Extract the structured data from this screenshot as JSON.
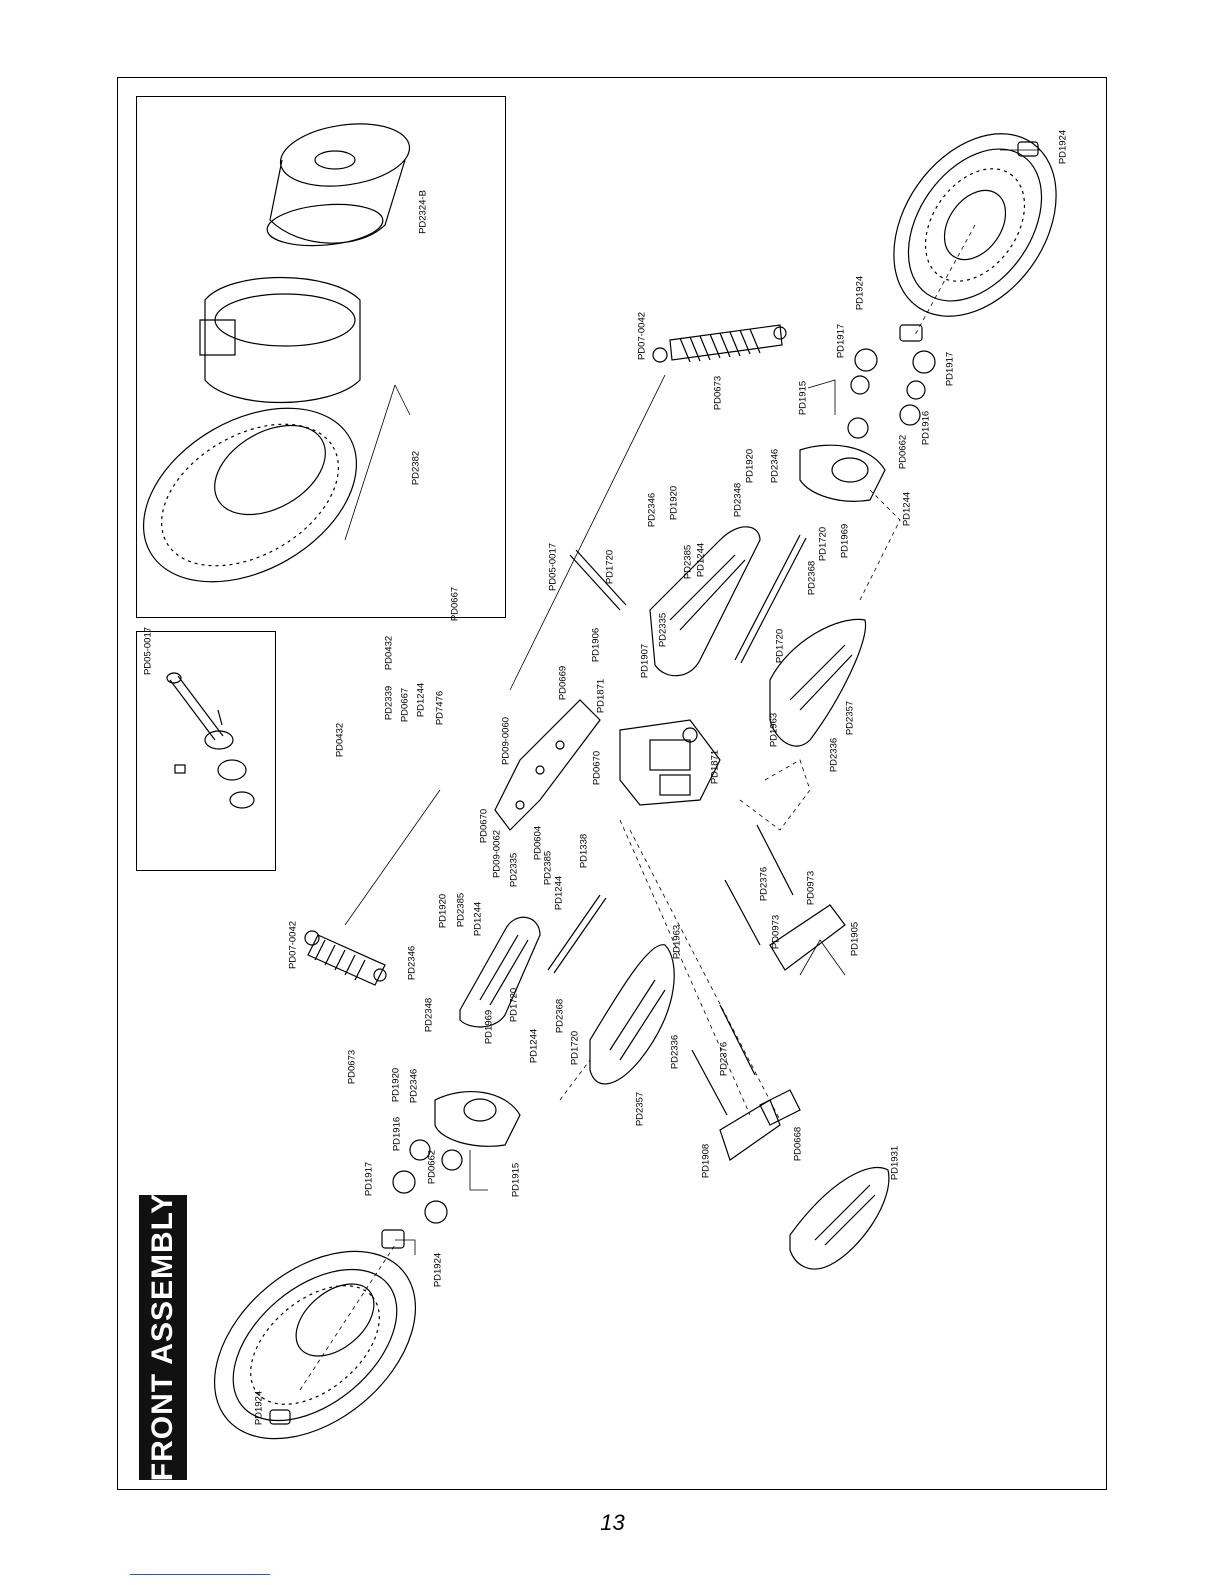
{
  "section_title": "FRONT ASSEMBLY",
  "page_number": "13",
  "labels": {
    "pd05_0017_inset": "PD05-0017",
    "pd2324b": "PD2324-B",
    "pd2382": "PD2382",
    "pd1924_top": "PD1924",
    "pd1924_right": "PD1924",
    "pd1917_a": "PD1917",
    "pd1917_b": "PD1917",
    "pd1915_top": "PD1915",
    "pd1916_top": "PD1916",
    "pd0662_top": "PD0662",
    "pd1244_top": "PD1244",
    "pd0673_top": "PD0673",
    "pd07_0042_top": "PD07-0042",
    "pd1920_top": "PD1920",
    "pd2346_top_a": "PD2346",
    "pd2348_top": "PD2348",
    "pd2346_top_b": "PD2346",
    "pd1920_top_b": "PD1920",
    "pd2385_top": "PD2385",
    "pd1244_mid": "PD1244",
    "pd1720_top": "PD1720",
    "pd1969_top": "PD1969",
    "pd2368_top": "PD2368",
    "pd05_0017_main": "PD05-0017",
    "pd1720_b": "PD1720",
    "pd1906": "PD1906",
    "pd2335_top": "PD2335",
    "pd1907": "PD1907",
    "pd1871_a": "PD1871",
    "pd0669": "PD0669",
    "pd0667_top": "PD0667",
    "pd0432_a": "PD0432",
    "pd2339": "PD2339",
    "pd0667_b": "PD0667",
    "pd1244_c": "PD1244",
    "pd7476": "PD7476",
    "pd0432_b": "PD0432",
    "pd09_0060": "PD09-0060",
    "pd0670_a": "PD0670",
    "pd0670_b": "PD0670",
    "pd09_0062": "PD09-0062",
    "pd2335_b": "PD2335",
    "pd0604": "PD0604",
    "pd2385_b": "PD2385",
    "pd1244_d": "PD1244",
    "pd1338": "PD1338",
    "pd1720_c": "PD1720",
    "pd1963_a": "PD1963",
    "pd2357_a": "PD2357",
    "pd2336_a": "PD2336",
    "pd1871_b": "PD1871",
    "pd2376_a": "PD2376",
    "pd0973_a": "PD0973",
    "pd0973_b": "PD0973",
    "pd1905": "PD1905",
    "pd07_0042_left": "PD07-0042",
    "pd2346_left": "PD2346",
    "pd1920_left": "PD1920",
    "pd2385_left": "PD2385",
    "pd1244_left": "PD1244",
    "pd2348_left": "PD2348",
    "pd1969_left": "PD1969",
    "pd1720_left": "PD1720",
    "pd1244_left_b": "PD1244",
    "pd2368_left": "PD2368",
    "pd1963_b": "PD1963",
    "pd1720_d": "PD1720",
    "pd2336_b": "PD2336",
    "pd2357_b": "PD2357",
    "pd2376_b": "PD2376",
    "pd0673_left": "PD0673",
    "pd1920_left_b": "PD1920",
    "pd2346_left_b": "PD2346",
    "pd1916_left": "PD1916",
    "pd0662_left": "PD0662",
    "pd1917_left": "PD1917",
    "pd1915_left": "PD1915",
    "pd1924_left_a": "PD1924",
    "pd1924_left_b": "PD1924",
    "pd1908": "PD1908",
    "pd0668": "PD0668",
    "pd1931": "PD1931"
  }
}
